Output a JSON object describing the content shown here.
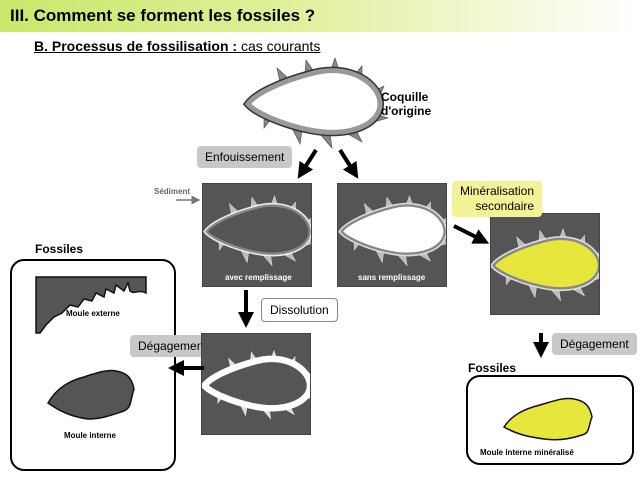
{
  "title": "III. Comment se forment les fossiles ?",
  "subtitle": "B. Processus de fossilisation :",
  "subtitle_rest": " cas courants",
  "original_shell_label_1": "Coquille",
  "original_shell_label_2": "d'origine",
  "burial_tag": "Enfouissement",
  "sediment_label": "Sédiment",
  "with_fill_caption": "avec remplissage",
  "without_fill_caption": "sans remplissage",
  "mineralisation_tag_1": "Minéralisation",
  "mineralisation_tag_2": "secondaire",
  "fossils_left_label": "Fossiles",
  "external_mold_caption": "Moule externe",
  "internal_mold_caption": "Moule interne",
  "dissolution_tag": "Dissolution",
  "release_tag_left": "Dégagement",
  "release_tag_right": "Dégagement",
  "fossils_right_label": "Fossiles",
  "mineralised_internal_mold_caption": "Moule interne minéralisé",
  "colors": {
    "title_green": "#c9e86a",
    "mineral_yellow": "#e6e63c",
    "panel_grey": "#555555",
    "tag_grey": "#c8c8c8",
    "tag_yellow": "#f4f296"
  }
}
